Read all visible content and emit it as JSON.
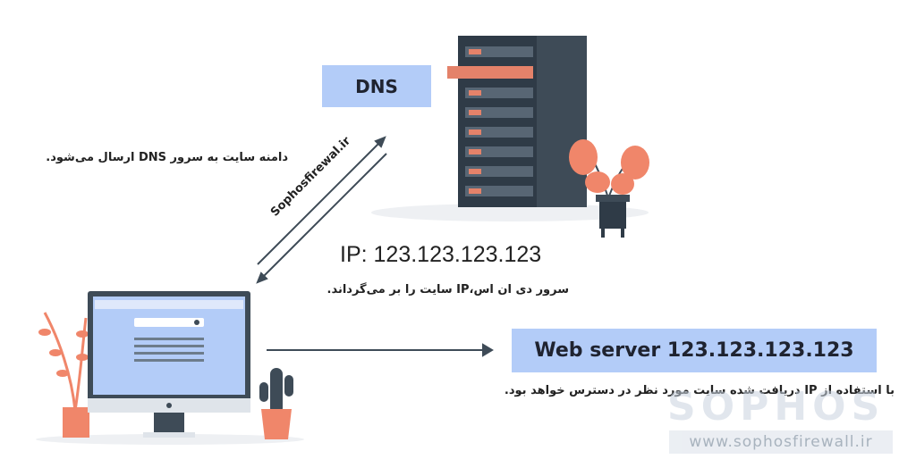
{
  "dns_label": "DNS",
  "web_server_label": "Web server 123.123.123.123",
  "ip_label": "IP: 123.123.123.123",
  "step1_text": "دامنه سایت به سرور DNS ارسال می‌شود.",
  "step2_text": "سرور دی ان اس،IP  سایت را بر می‌گرداند.",
  "step3_text": "با استفاده از IP دریافت شده سایت مورد نظر در دسترس خواهد بود.",
  "arrow_label": "Sophosfirewal.ir",
  "watermark": {
    "logo": "SOPHOS",
    "url": "www.sophosfirewall.ir"
  },
  "colors": {
    "box": "#b3ccf8",
    "server": "#3e4b57",
    "accent": "#f0866a",
    "arrow": "#3e4b57"
  }
}
